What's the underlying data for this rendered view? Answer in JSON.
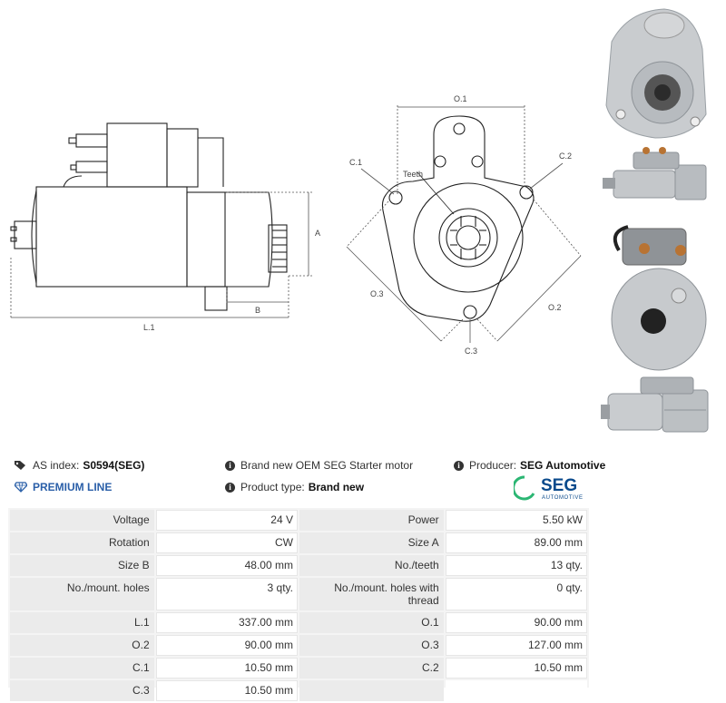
{
  "drawing_side": {
    "dim_a": "A",
    "dim_b": "B",
    "dim_l1": "L.1"
  },
  "drawing_front": {
    "dim_o1": "O.1",
    "dim_o2": "O.2",
    "dim_o3": "O.3",
    "dim_c1": "C.1",
    "dim_c2": "C.2",
    "dim_c3": "C.3",
    "teeth": "Teeth"
  },
  "info": {
    "as_index_label": "AS index:",
    "as_index_value": "S0594(SEG)",
    "premium_line": "PREMIUM LINE",
    "description": "Brand new OEM SEG Starter motor",
    "product_type_label": "Product type:",
    "product_type_value": "Brand new",
    "producer_label": "Producer:",
    "producer_value": "SEG Automotive"
  },
  "logo": {
    "brand": "SEG",
    "sub": "AUTOMOTIVE",
    "color": "#0a4a8c",
    "ring_color": "#2bb673"
  },
  "specs": [
    [
      {
        "label": "Voltage",
        "value": "24 V"
      },
      {
        "label": "Power",
        "value": "5.50 kW"
      }
    ],
    [
      {
        "label": "Rotation",
        "value": "CW"
      },
      {
        "label": "Size A",
        "value": "89.00 mm"
      }
    ],
    [
      {
        "label": "Size B",
        "value": "48.00 mm"
      },
      {
        "label": "No./teeth",
        "value": "13 qty."
      }
    ],
    [
      {
        "label": "No./mount. holes",
        "value": "3 qty."
      },
      {
        "label": "No./mount. holes with thread",
        "value": "0 qty."
      }
    ],
    [
      {
        "label": "L.1",
        "value": "337.00 mm"
      },
      {
        "label": "O.1",
        "value": "90.00 mm"
      }
    ],
    [
      {
        "label": "O.2",
        "value": "90.00 mm"
      },
      {
        "label": "O.3",
        "value": "127.00 mm"
      }
    ],
    [
      {
        "label": "C.1",
        "value": "10.50 mm"
      },
      {
        "label": "C.2",
        "value": "10.50 mm"
      }
    ],
    [
      {
        "label": "C.3",
        "value": "10.50 mm"
      },
      {
        "label": "",
        "value": ""
      }
    ]
  ]
}
